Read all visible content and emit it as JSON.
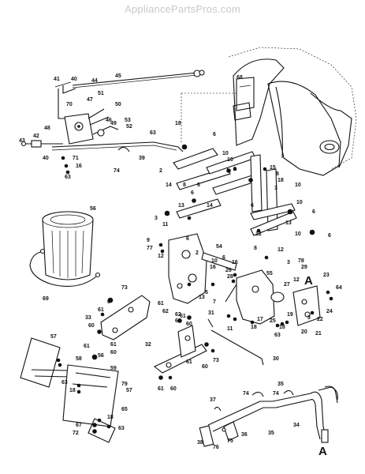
{
  "watermark": "AppliancePartsPros.com",
  "view_markers": [
    "A",
    "A"
  ],
  "callouts": [
    "41",
    "40",
    "44",
    "45",
    "70",
    "47",
    "51",
    "50",
    "48",
    "46",
    "49",
    "53",
    "52",
    "43",
    "42",
    "40",
    "71",
    "16",
    "63",
    "39",
    "74",
    "63",
    "18",
    "68",
    "6",
    "10",
    "10",
    "2",
    "14",
    "8",
    "6",
    "15",
    "8",
    "18",
    "3",
    "6",
    "10",
    "6",
    "14",
    "12",
    "13",
    "13",
    "10",
    "12",
    "8",
    "6",
    "3",
    "11",
    "9",
    "77",
    "12",
    "6",
    "54",
    "2",
    "10",
    "16",
    "16",
    "3",
    "6",
    "12",
    "28",
    "26",
    "55",
    "78",
    "29",
    "A",
    "23",
    "64",
    "27",
    "12",
    "24",
    "22",
    "3",
    "19",
    "56",
    "69",
    "73",
    "6",
    "61",
    "33",
    "61",
    "62",
    "60",
    "61",
    "62",
    "63",
    "31",
    "13",
    "7",
    "5",
    "11",
    "18",
    "17",
    "25",
    "20",
    "21",
    "63",
    "18",
    "57",
    "56",
    "61",
    "60",
    "59",
    "63",
    "18",
    "57",
    "79",
    "65",
    "67",
    "72",
    "63",
    "18",
    "61",
    "60",
    "32",
    "61",
    "60",
    "73",
    "30",
    "35",
    "74",
    "74",
    "37",
    "38",
    "76",
    "75",
    "36",
    "35",
    "34",
    "A"
  ]
}
